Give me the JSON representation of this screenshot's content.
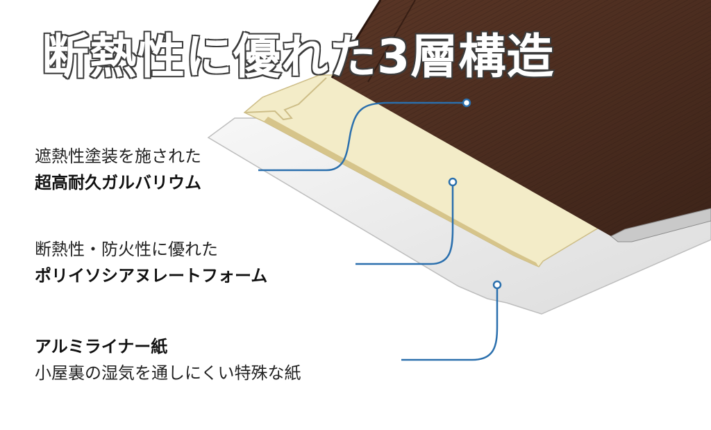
{
  "title": "断熱性に優れた3層構造",
  "colors": {
    "roof": "#4a2c20",
    "foam": "#f3ecc8",
    "liner": "#e6e6e6",
    "leader": "#2a6fad"
  },
  "layers": [
    {
      "line1": "遮熱性塗装を施された",
      "line2": "超高耐久ガルバリウム",
      "emphasis": "line2"
    },
    {
      "line1": "断熱性・防火性に優れた",
      "line2": "ポリイソシアヌレートフォーム",
      "emphasis": "line2"
    },
    {
      "line1": "アルミライナー紙",
      "line2": "小屋裏の湿気を通しにくい特殊な紙",
      "emphasis": "line1"
    }
  ]
}
